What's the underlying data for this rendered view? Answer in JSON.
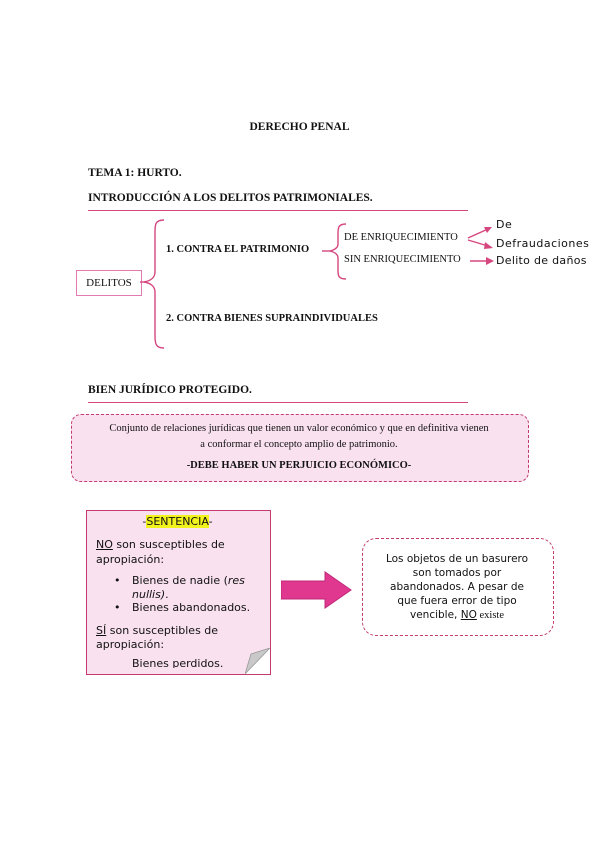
{
  "title": "DERECHO PENAL",
  "heading_tema": "TEMA 1: HURTO.",
  "heading_intro": "INTRODUCCIÓN A LOS DELITOS PATRIMONIALES.",
  "diagram": {
    "root": "DELITOS",
    "branch_1": "1. CONTRA EL PATRIMONIO",
    "branch_2": "2. CONTRA BIENES SUPRAINDIVIDUALES",
    "sub_1": "DE ENRIQUECIMIENTO",
    "sub_2": "SIN ENRIQUECIMIENTO",
    "leaf_1": "De",
    "leaf_2": "Defraudaciones",
    "leaf_3": "Delito de daños",
    "accent_color": "#d6467f"
  },
  "heading_bien": "BIEN JURÍDICO PROTEGIDO.",
  "bien": {
    "line_1": "Conjunto de relaciones jurídicas que tienen un valor económico y que en definitiva vienen",
    "line_2": "a conformar el concepto amplio de patrimonio.",
    "line_3": "-DEBE HABER UN PERJUICIO ECONÓMICO-"
  },
  "note": {
    "title_prefix": "-",
    "title": "SENTENCIA",
    "title_suffix": "-",
    "no_word": "NO",
    "no_rest": " son susceptibles de",
    "no_rest_2": "apropiación:",
    "bullet_1a": "Bienes de nadie (",
    "bullet_1b": "res",
    "bullet_1c": "nullis)",
    "bullet_1d": ".",
    "bullet_2": "Bienes abandonados.",
    "si_word": "SÍ",
    "si_rest": " son susceptibles de",
    "si_rest_2": "apropiación:",
    "bullet_3": "Bienes perdidos."
  },
  "info": {
    "line_1": "Los objetos de un basurero",
    "line_2": "son tomados por",
    "line_3": "abandonados. A pesar de",
    "line_4": "que fuera error de tipo",
    "line_5a": "vencible, ",
    "line_5b": "NO",
    "line_5c": " existe"
  }
}
